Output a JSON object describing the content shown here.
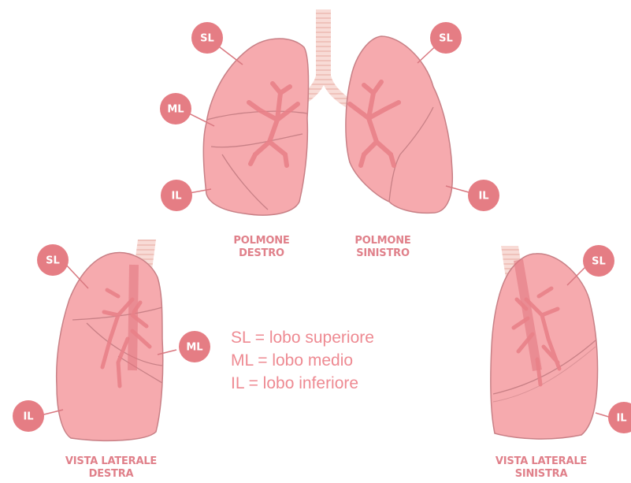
{
  "front_view": {
    "right_lung_label": [
      "POLMONE",
      "DESTRO"
    ],
    "left_lung_label": [
      "POLMONE",
      "SINISTRO"
    ]
  },
  "lateral_right": {
    "label": [
      "VISTA LATERALE",
      "DESTRA"
    ]
  },
  "lateral_left": {
    "label": [
      "VISTA LATERALE",
      "SINISTRA"
    ]
  },
  "badges": {
    "sl": "SL",
    "ml": "ML",
    "il": "IL"
  },
  "legend": [
    "SL = lobo superiore",
    "ML = lobo medio",
    "IL = lobo inferiore"
  ],
  "colors": {
    "lung_fill": "#f6aaae",
    "lung_stroke": "#c57d82",
    "badge_fill": "#e57d84",
    "text": "#e0808a",
    "trachea": "#f6d4cf"
  }
}
